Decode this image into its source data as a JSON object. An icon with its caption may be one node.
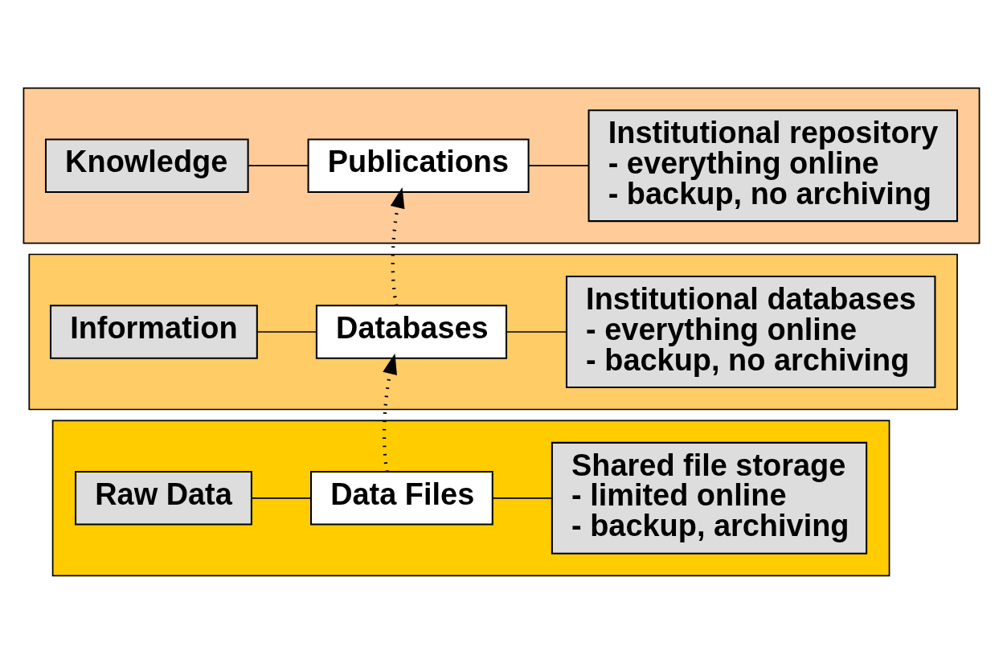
{
  "diagram": {
    "nodes": [
      {
        "text": [],
        "shape": "box"
      },
      {
        "text": [
          "Knowledge"
        ],
        "in": 0
      },
      {
        "text": [
          "Publications"
        ],
        "in": 0
      },
      {
        "text": [
          "Institutional repository",
          "- everything online",
          "- backup, no archiving"
        ],
        "in": 0
      },
      {
        "text": [],
        "shape": "box"
      },
      {
        "text": [
          "Information"
        ],
        "in": 4
      },
      {
        "text": [
          "Databases"
        ],
        "in": 4
      },
      {
        "text": [
          "Institutional databases",
          "- everything online",
          "- backup, no archiving"
        ],
        "in": 4
      },
      {
        "text": [],
        "shape": "box"
      },
      {
        "text": [
          "Raw Data"
        ],
        "in": 8
      },
      {
        "text": [
          "Data Files"
        ],
        "in": 8
      },
      {
        "text": [
          "Shared file storage",
          "- limited online",
          "- backup, archiving"
        ],
        "in": 8
      }
    ],
    "edges": [
      {
        "from": 1,
        "to": 2,
        "arrow": "none"
      },
      {
        "from": 2,
        "to": 3,
        "arrow": "none"
      },
      {
        "from": 5,
        "to": 6,
        "arrow": "none"
      },
      {
        "from": 6,
        "to": 7,
        "arrow": "none"
      },
      {
        "from": 9,
        "to": 10,
        "arrow": "none"
      },
      {
        "from": 10,
        "to": 11,
        "arrow": "none"
      },
      {
        "from": 10,
        "to": 6,
        "arrow": "to",
        "style": "dashed"
      },
      {
        "from": 6,
        "to": 2,
        "arrow": "to",
        "style": "dashed"
      }
    ]
  }
}
